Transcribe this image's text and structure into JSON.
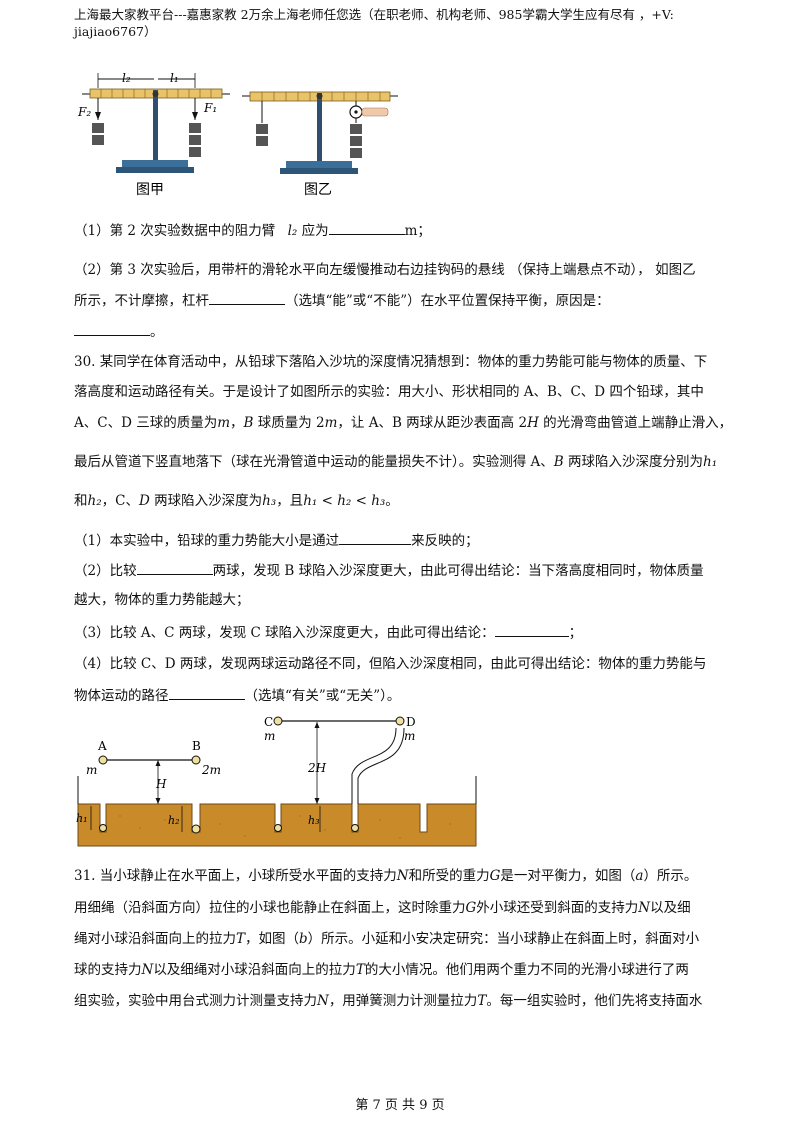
{
  "header": {
    "line1": "上海最大家教平台---嘉惠家教   2万余上海老师任您选（在职老师、机构老师、985学霸大学生应有尽有 ，+V:",
    "line2": "jiajiao6767）"
  },
  "fig29": {
    "l2": "l₂",
    "l1": "l₁",
    "F2": "F₂",
    "F1": "F₁",
    "cap_a": "图甲",
    "cap_b": "图乙"
  },
  "q29": {
    "p1_a": "（1）第 2 次实验数据中的阻力臂",
    "p1_sym": "l₂",
    "p1_b": "应为",
    "p1_c": "m；",
    "p2_a": "（2）第 3 次实验后，用带杆的滑轮水平向左缓慢推动右边挂钩码的悬线 （保持上端悬点不动）， 如图乙",
    "p2_b": "所示，不计摩擦，杠杆",
    "p2_c": "（选填“能”或“不能”）在水平位置保持平衡，原因是：",
    "p2_d": "。"
  },
  "q30": {
    "l1": "30. 某同学在体育活动中，从铅球下落陷入沙坑的深度情况猜想到：物体的重力势能可能与物体的质量、下",
    "l2": "落高度和运动路径有关。于是设计了如图所示的实验：用大小、形状相同的 A、B、C、D 四个铅球，其中",
    "l3a": "A、C、D 三球的质量为",
    "m": "m",
    "l3b": "，",
    "B": "B",
    "l3c": " 球质量为 2",
    "l3d": "，让 A、B 两球从距沙表面高 2",
    "H": "H",
    "l3e": " 的光滑弯曲管道上端静止滑入，",
    "l4a": "最后从管道下竖直地落下（球在光滑管道中运动的能量损失不计）。实验测得 A、",
    "l4b": " 两球陷入沙深度分别为",
    "h1": "h₁",
    "l5a": "和",
    "h2": "h₂",
    "l5b": "，C、",
    "D": "D",
    "l5c": " 两球陷入沙深度为",
    "h3": "h₃",
    "l5d": "，且",
    "ineq": "h₁ < h₂ < h₃",
    "l5e": "。",
    "s1a": "（1）本实验中，铅球的重力势能大小是通过",
    "s1b": "来反映的；",
    "s2a": "（2）比较",
    "s2b": "两球，发现 B 球陷入沙深度更大，由此可得出结论：当下落高度相同时，物体质量",
    "s2c": "越大，物体的重力势能越大；",
    "s3a": "（3）比较 A、C 两球，发现 C 球陷入沙深度更大，由此可得出结论：",
    "s3b": "；",
    "s4a": "（4）比较 C、D 两球，发现两球运动路径不同，但陷入沙深度相同，由此可得出结论：物体的重力势能与",
    "s4b": "物体运动的路径",
    "s4c": "（选填“有关”或“无关”）。"
  },
  "fig30": {
    "A": "A",
    "B": "B",
    "C": "C",
    "D": "D",
    "mA": "m",
    "mB": "2m",
    "mC": "m",
    "mD": "m",
    "H": "H",
    "H2": "2H",
    "h1": "h₁",
    "h2": "h₂",
    "h3": "h₃",
    "sand_color": "#c98a2a"
  },
  "q31": {
    "l1a": "31. 当小球静止在水平面上，小球所受水平面的支持力",
    "N": "N",
    "l1b": "和所受的重力",
    "G": "G",
    "l1c": "是一对平衡力，如图（",
    "a": "a",
    "l1d": "）所示。",
    "l2a": "用细绳（沿斜面方向）拉住的小球也能静止在斜面上，这时除重力",
    "l2b": "外小球还受到斜面的支持力",
    "l2c": "以及细",
    "l3a": "绳对小球沿斜面向上的拉力",
    "T": "T",
    "l3b": "，如图（",
    "b": "b",
    "l3c": "）所示。小延和小安决定研究：当小球静止在斜面上时，斜面对小",
    "l4a": "球的支持力",
    "l4b": "以及细绳对小球沿斜面向上的拉力",
    "l4c": "的大小情况。他们用两个重力不同的光滑小球进行了两",
    "l5a": "组实验，实验中用台式测力计测量支持力",
    "l5b": "，用弹簧测力计测量拉力",
    "l5c": "。每一组实验时，他们先将支持面水"
  },
  "footer": {
    "text": "第 7 页 共 9 页"
  }
}
